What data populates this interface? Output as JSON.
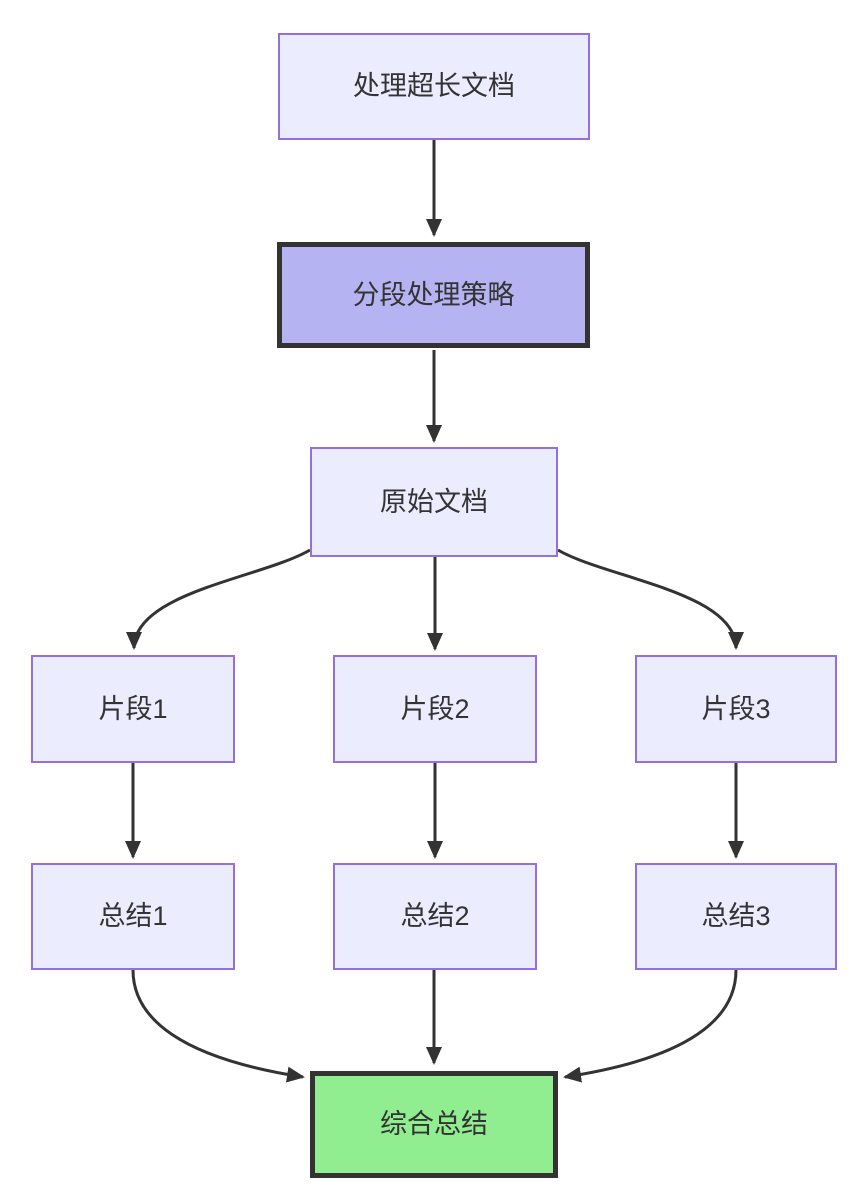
{
  "diagram": {
    "type": "flowchart",
    "direction": "top-down",
    "colors": {
      "background": "#ffffff",
      "node_fill": "#ECECFF",
      "node_border": "#9370DB",
      "highlight_fill": "#B6B3F2",
      "highlight_border": "#333333",
      "result_fill": "#90EE90",
      "result_border": "#333333",
      "edge": "#333333",
      "text": "#333333"
    },
    "nodes": {
      "start": {
        "label": "处理超长文档",
        "style": "default"
      },
      "strategy": {
        "label": "分段处理策略",
        "style": "highlight"
      },
      "source": {
        "label": "原始文档",
        "style": "default"
      },
      "chunk1": {
        "label": "片段1",
        "style": "default"
      },
      "chunk2": {
        "label": "片段2",
        "style": "default"
      },
      "chunk3": {
        "label": "片段3",
        "style": "default"
      },
      "summary1": {
        "label": "总结1",
        "style": "default"
      },
      "summary2": {
        "label": "总结2",
        "style": "default"
      },
      "summary3": {
        "label": "总结3",
        "style": "default"
      },
      "final": {
        "label": "综合总结",
        "style": "result"
      }
    },
    "edges": [
      {
        "from": "start",
        "to": "strategy"
      },
      {
        "from": "strategy",
        "to": "source"
      },
      {
        "from": "source",
        "to": "chunk1"
      },
      {
        "from": "source",
        "to": "chunk2"
      },
      {
        "from": "source",
        "to": "chunk3"
      },
      {
        "from": "chunk1",
        "to": "summary1"
      },
      {
        "from": "chunk2",
        "to": "summary2"
      },
      {
        "from": "chunk3",
        "to": "summary3"
      },
      {
        "from": "summary1",
        "to": "final"
      },
      {
        "from": "summary2",
        "to": "final"
      },
      {
        "from": "summary3",
        "to": "final"
      }
    ]
  }
}
